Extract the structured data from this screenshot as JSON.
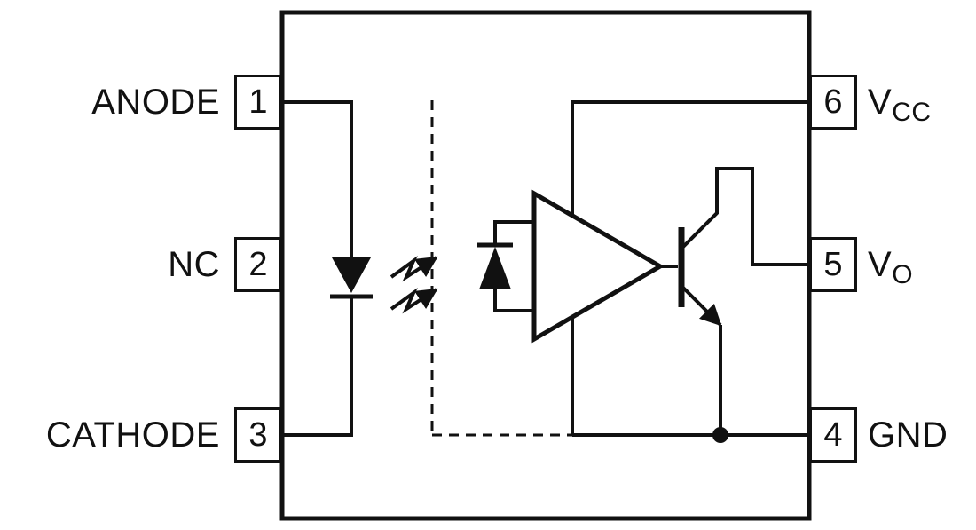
{
  "colors": {
    "background": "#ffffff",
    "line": "#111111"
  },
  "pins": {
    "left": [
      {
        "number": "1",
        "label": "ANODE"
      },
      {
        "number": "2",
        "label": "NC"
      },
      {
        "number": "3",
        "label": "CATHODE"
      }
    ],
    "right": [
      {
        "number": "6",
        "label": "V",
        "label_sub": "CC"
      },
      {
        "number": "5",
        "label": "V",
        "label_sub": "O"
      },
      {
        "number": "4",
        "label": "GND",
        "label_sub": ""
      }
    ]
  },
  "symbols": [
    "package-outline",
    "led-symbol",
    "light-emission-arrows",
    "isolation-barrier-dashed-line",
    "photodiode-symbol",
    "amplifier-symbol",
    "npn-transistor-symbol",
    "junction-dot"
  ]
}
